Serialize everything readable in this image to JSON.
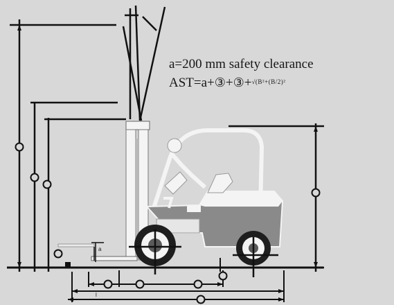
{
  "note": {
    "line1": "a=200 mm  safety clearance",
    "formula_prefix": "AST=a+",
    "circled": "③",
    "plus": "+",
    "sqrt_term": "√(B²+(B/2)²"
  },
  "dimension_labels": {
    "load_height": "a",
    "fork_length": "l"
  },
  "colors": {
    "background": "#d8d8d8",
    "line": "#111111",
    "body_white": "#f4f4f4",
    "body_gray": "#8a8a8a",
    "tire": "#1e1e1e"
  },
  "icons": {
    "dimension_marker": "circled-number-marker",
    "arrow": "dimension-arrow"
  }
}
